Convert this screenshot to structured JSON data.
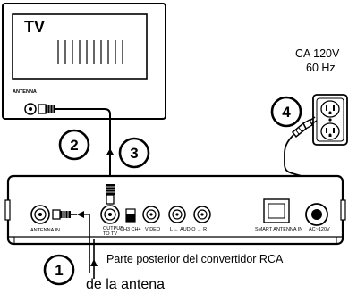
{
  "tv": {
    "label": "TV",
    "antenna_label": "ANTENNA"
  },
  "power": {
    "line1": "CA 120V",
    "line2": "60 Hz"
  },
  "steps": [
    "1",
    "2",
    "3",
    "4"
  ],
  "converter": {
    "antenna_in": "ANTENNA IN",
    "output_line1": "OUTPUT",
    "output_line2": "TO TV",
    "channel_switch": "CH3  CH4",
    "video": "VIDEO",
    "audio": "L ← AUDIO → R",
    "smart_antenna": "SMART ANTENNA IN",
    "ac": "AC~120V",
    "caption": "Parte posterior del convertidor RCA"
  },
  "antenna_caption": "de la antena"
}
